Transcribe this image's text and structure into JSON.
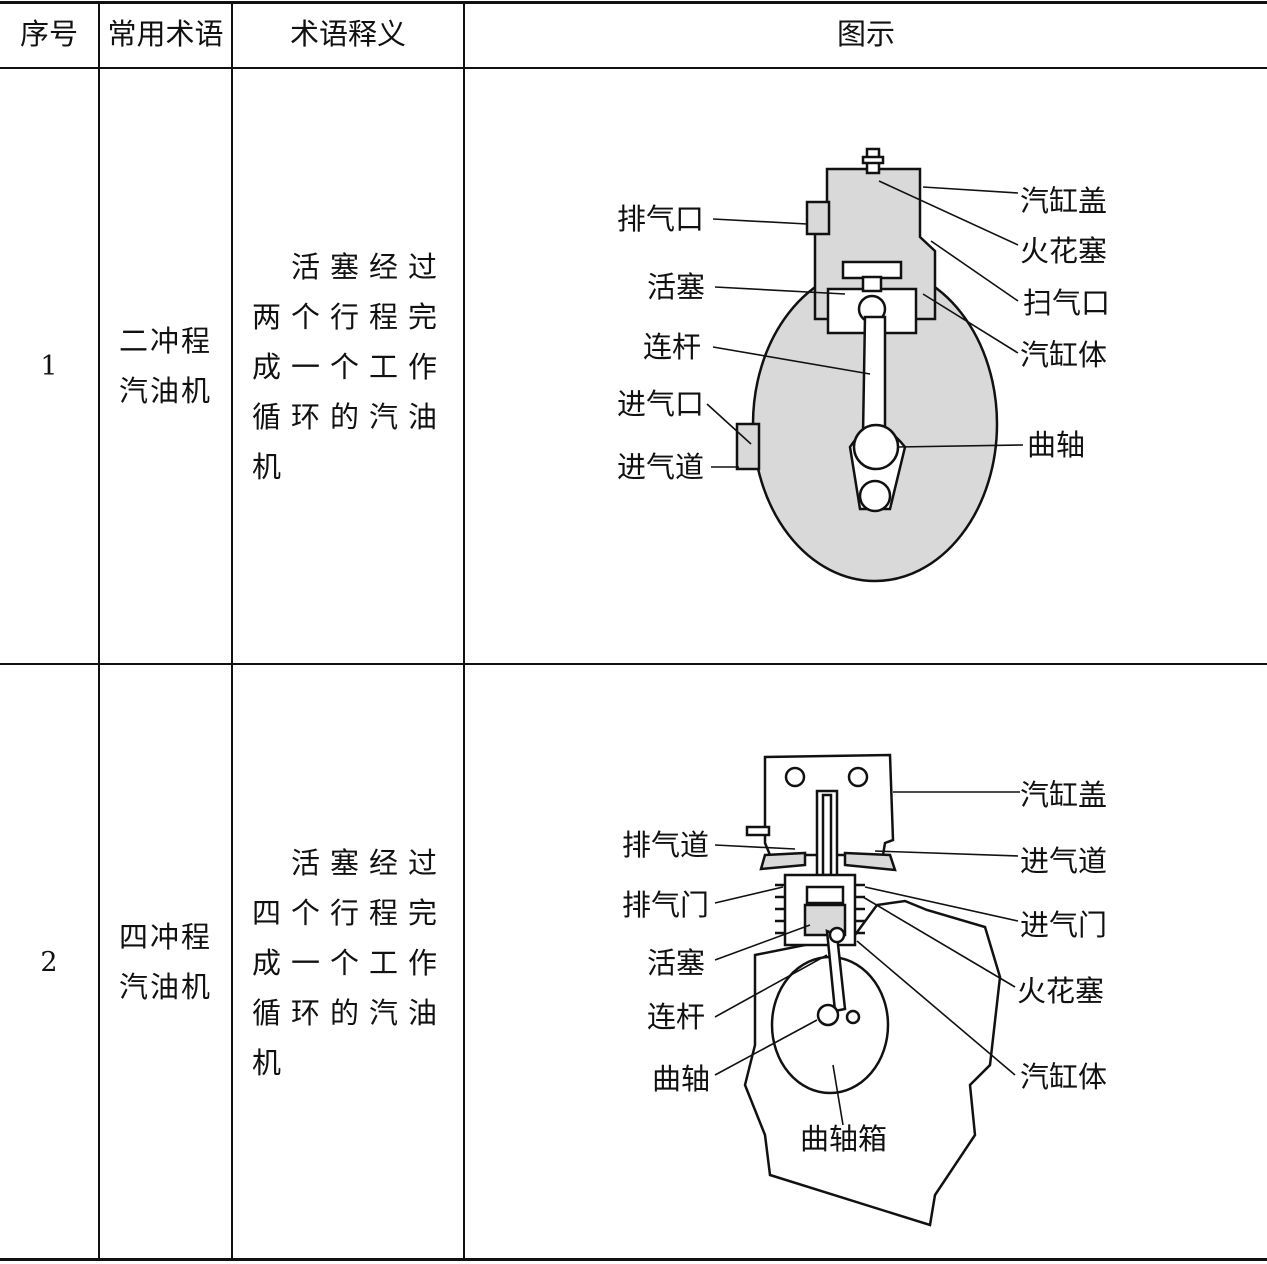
{
  "table": {
    "headers": [
      "序号",
      "常用术语",
      "术语释义",
      "图示"
    ],
    "rows": [
      {
        "index": "1",
        "term_line1": "二冲程",
        "term_line2": "汽油机",
        "definition": "　活塞经过两个行程完成一个工作循环的汽油机",
        "figure_labels": {
          "left": [
            "排气口",
            "活塞",
            "连杆",
            "进气口",
            "进气道"
          ],
          "right": [
            "汽缸盖",
            "火花塞",
            "扫气口",
            "汽缸体",
            "曲轴"
          ]
        }
      },
      {
        "index": "2",
        "term_line1": "四冲程",
        "term_line2": "汽油机",
        "definition": "　活塞经过四个行程完成一个工作循环的汽油机",
        "figure_labels": {
          "left": [
            "排气道",
            "排气门",
            "活塞",
            "连杆",
            "曲轴"
          ],
          "right": [
            "汽缸盖",
            "进气道",
            "进气门",
            "火花塞",
            "汽缸体"
          ],
          "bottom": "曲轴箱"
        }
      }
    ]
  },
  "colors": {
    "line": "#111111",
    "fill": "#d9d9d9",
    "background": "#ffffff"
  }
}
